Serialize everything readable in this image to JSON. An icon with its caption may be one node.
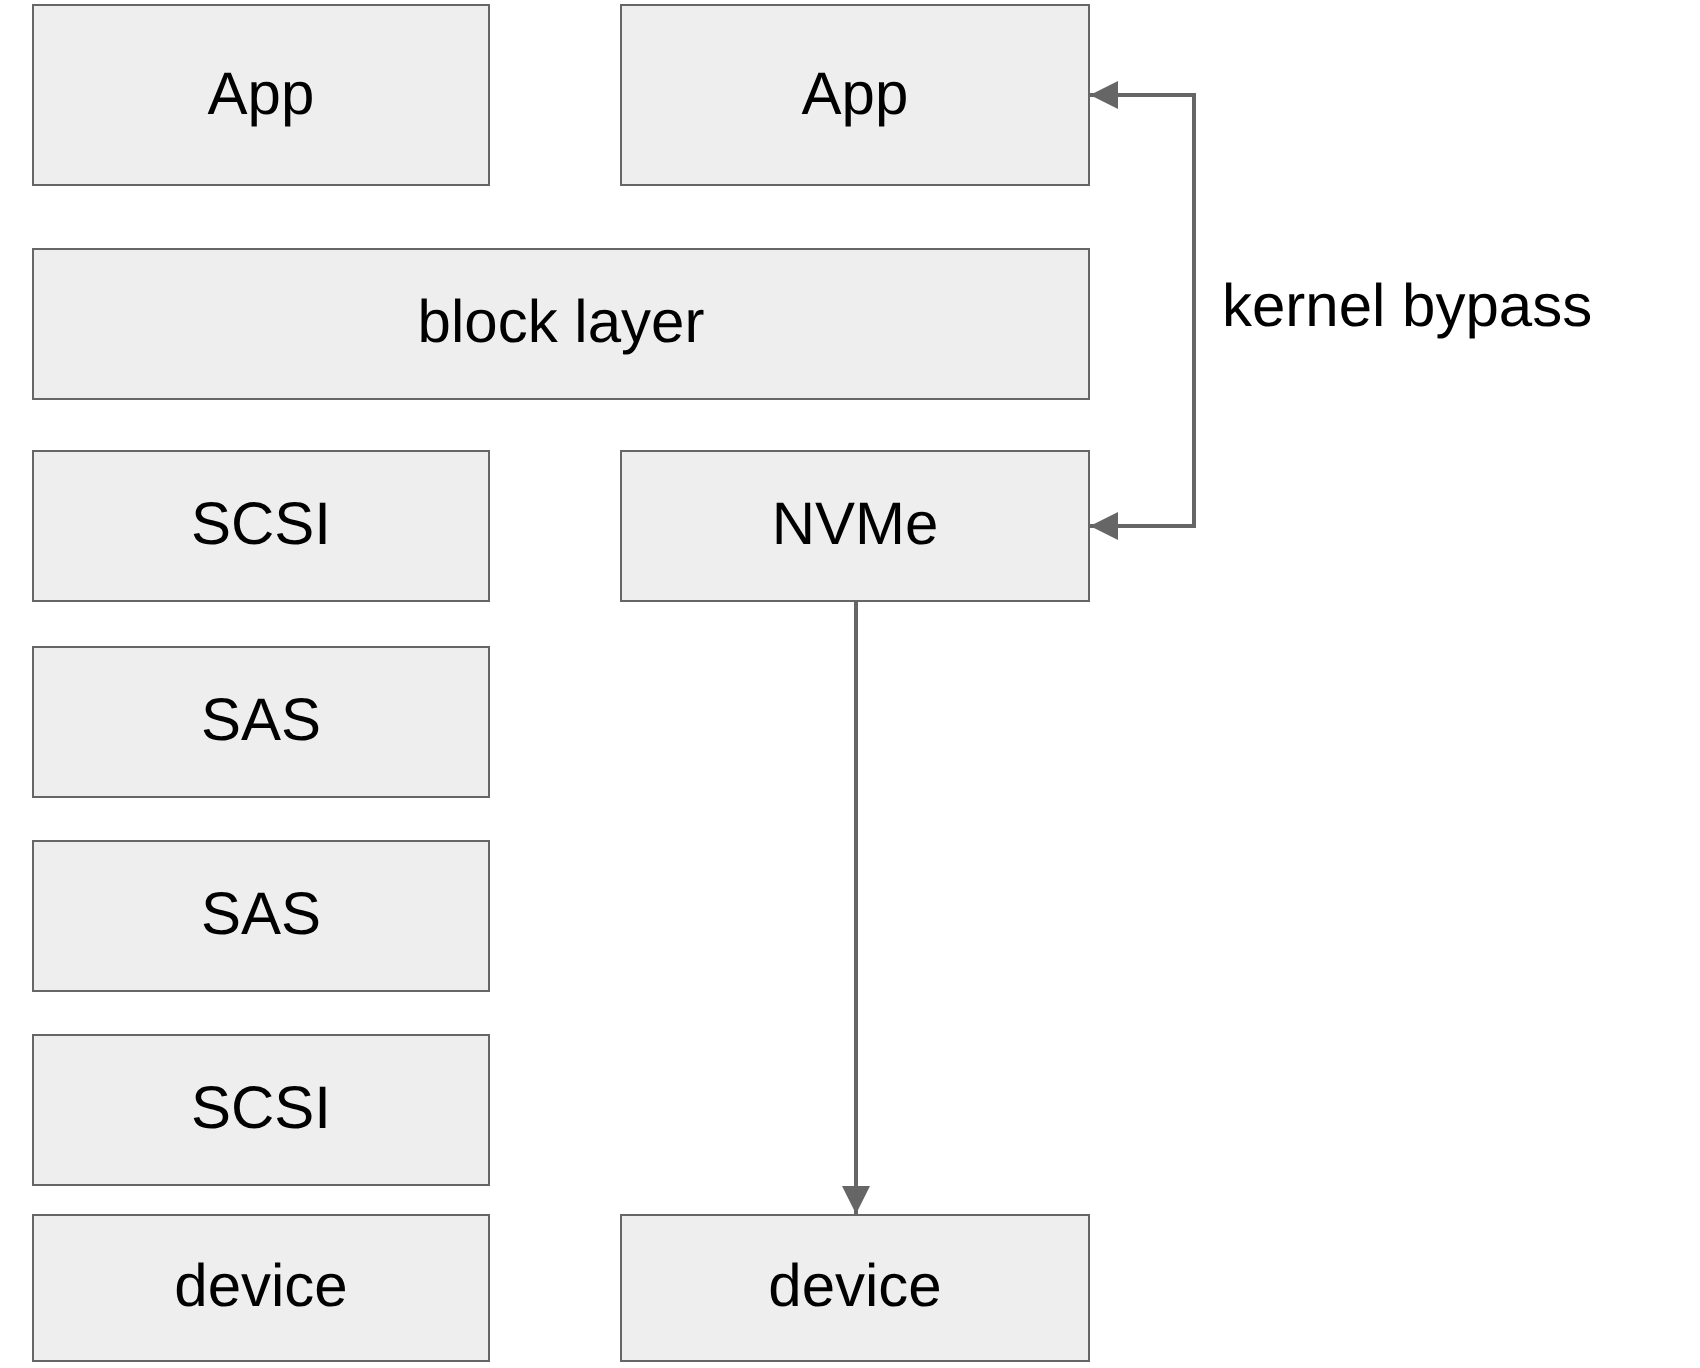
{
  "diagram": {
    "nodes": [
      {
        "text": [
          "App"
        ]
      },
      {
        "text": [
          "App"
        ]
      },
      {
        "text": [
          "block layer"
        ]
      },
      {
        "text": [
          "SCSI"
        ]
      },
      {
        "text": [
          "NVMe"
        ]
      },
      {
        "text": [
          "SAS"
        ]
      },
      {
        "text": [
          "SAS"
        ]
      },
      {
        "text": [
          "SCSI"
        ]
      },
      {
        "text": [
          "device"
        ]
      },
      {
        "text": [
          "device"
        ]
      }
    ],
    "edges": [
      {
        "from": 1,
        "to": 4,
        "arrow": "both",
        "label": "kernel bypass"
      },
      {
        "from": 4,
        "to": 9,
        "arrow": "to"
      }
    ]
  }
}
